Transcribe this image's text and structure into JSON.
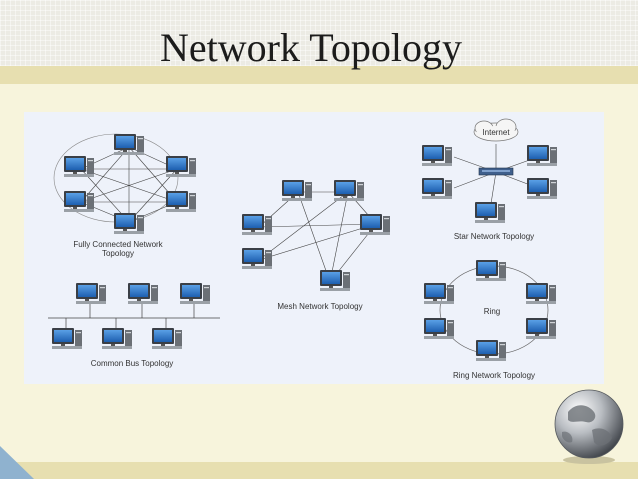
{
  "slide": {
    "title": "Network Topology"
  },
  "diagrams": {
    "fully_connected": {
      "label_line1": "Fully Connected Network",
      "label_line2": "Topology"
    },
    "mesh": {
      "label": "Mesh Network Topology"
    },
    "star": {
      "label": "Star Network Topology",
      "cloud_label": "Internet"
    },
    "bus": {
      "label": "Common Bus Topology"
    },
    "ring": {
      "label": "Ring Network Topology",
      "center_label": "Ring"
    }
  },
  "colors": {
    "background": "#f7f4dc",
    "panel": "#eef2fa",
    "accent_stripe": "#e7dfb0",
    "monitor_screen": "#2f78c8"
  }
}
